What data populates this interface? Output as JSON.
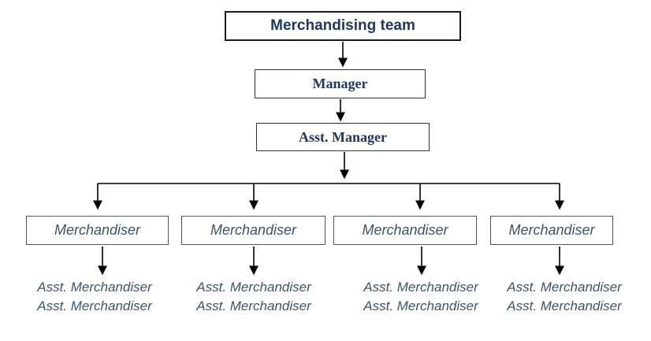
{
  "org_chart": {
    "root": {
      "label": "Merchandising team"
    },
    "manager": {
      "label": "Manager"
    },
    "asst_manager": {
      "label": "Asst. Manager"
    },
    "branches": [
      {
        "label": "Merchandiser",
        "reports": [
          "Asst. Merchandiser",
          "Asst. Merchandiser"
        ]
      },
      {
        "label": "Merchandiser",
        "reports": [
          "Asst. Merchandiser",
          "Asst. Merchandiser"
        ]
      },
      {
        "label": "Merchandiser",
        "reports": [
          "Asst. Merchandiser",
          "Asst. Merchandiser"
        ]
      },
      {
        "label": "Merchandiser",
        "reports": [
          "Asst. Merchandiser",
          "Asst. Merchandiser"
        ]
      }
    ],
    "colors": {
      "title_text": "#1f3864",
      "manager_text": "#1f3864",
      "merchandiser_text": "#3a546e",
      "box_border": "#333333",
      "arrow": "#000000",
      "background": "#ffffff"
    }
  }
}
